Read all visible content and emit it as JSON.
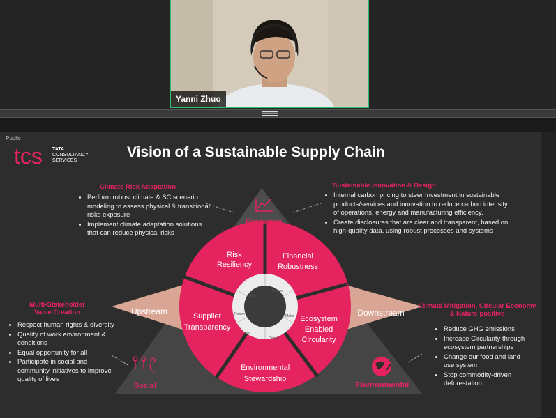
{
  "participant": {
    "name": "Yanni Zhuo"
  },
  "slide": {
    "classification": "Public",
    "logo": {
      "mark": "tcs",
      "line1": "TATA",
      "line2": "CONSULTANCY",
      "line3": "SERVICES"
    },
    "title": "Vision of a Sustainable Supply Chain",
    "corners": {
      "economic": "Economic",
      "social": "Social",
      "environmental": "Environmental"
    },
    "sides": {
      "upstream": "Upstream",
      "downstream": "Downstream"
    },
    "segments": {
      "risk": {
        "line1": "Risk",
        "line2": "Resiliency"
      },
      "financial": {
        "line1": "Financial",
        "line2": "Robustness"
      },
      "ecosystem": {
        "line1": "Ecosystem",
        "line2": "Enabled",
        "line3": "Circularity"
      },
      "environmental": {
        "line1": "Environmental",
        "line2": "Stewardship"
      },
      "supplier": {
        "line1": "Supplier",
        "line2": "Transparency"
      }
    },
    "cycle": [
      "Plan",
      "Source",
      "Make",
      "Deliver",
      "Use",
      "Return"
    ],
    "climate_risk": {
      "title": "Climate Risk Adaptation",
      "items": [
        "Perform robust climate & SC scenario modeling to assess physical & transitional risks exposure",
        "Implement climate adaptation solutions that can reduce physical risks"
      ]
    },
    "innovation": {
      "title": "Sustainable Innovation & Design",
      "items": [
        "Internal carbon pricing  to steer Investment in sustainable products/services and innovation to reduce carbon intensity of operations, energy and manufacturing efficiency.",
        "Create disclosures that are clear and transparent, based on high-quality data, using robust processes and systems"
      ]
    },
    "stakeholder": {
      "title_line1": "Multi-Stakeholder",
      "title_line2": "Value Creation",
      "items": [
        "Respect human rights & diversity",
        "Quality of work environment & conditions",
        "Equal opportunity for all",
        "Participate in social and community initiatives to improve quality of lives"
      ]
    },
    "mitigation": {
      "title_line1": "Climate Mitigation, Circular Economy",
      "title_line2": "&  Nature-positive",
      "items": [
        "Reduce GHG emissions",
        "Increase Circularity through ecosystem partnerships",
        "Change our food and land use system",
        "Stop commodity-driven deforestation"
      ]
    }
  },
  "colors": {
    "accent": "#e5245f",
    "tile_border": "#2fbf71",
    "slide_bg": "#2d2d2d",
    "triangle": "#4a4a4a",
    "salmon": "#d9a594"
  }
}
